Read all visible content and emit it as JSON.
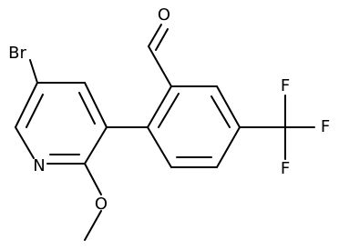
{
  "structure": {
    "atoms": [
      {
        "id": "br",
        "label": "Br"
      },
      {
        "id": "o_carbonyl",
        "label": "O"
      },
      {
        "id": "f_top",
        "label": "F"
      },
      {
        "id": "f_right",
        "label": "F"
      },
      {
        "id": "f_bottom",
        "label": "F"
      },
      {
        "id": "n_pyridine",
        "label": "N"
      },
      {
        "id": "o_methoxy",
        "label": "O"
      }
    ]
  }
}
